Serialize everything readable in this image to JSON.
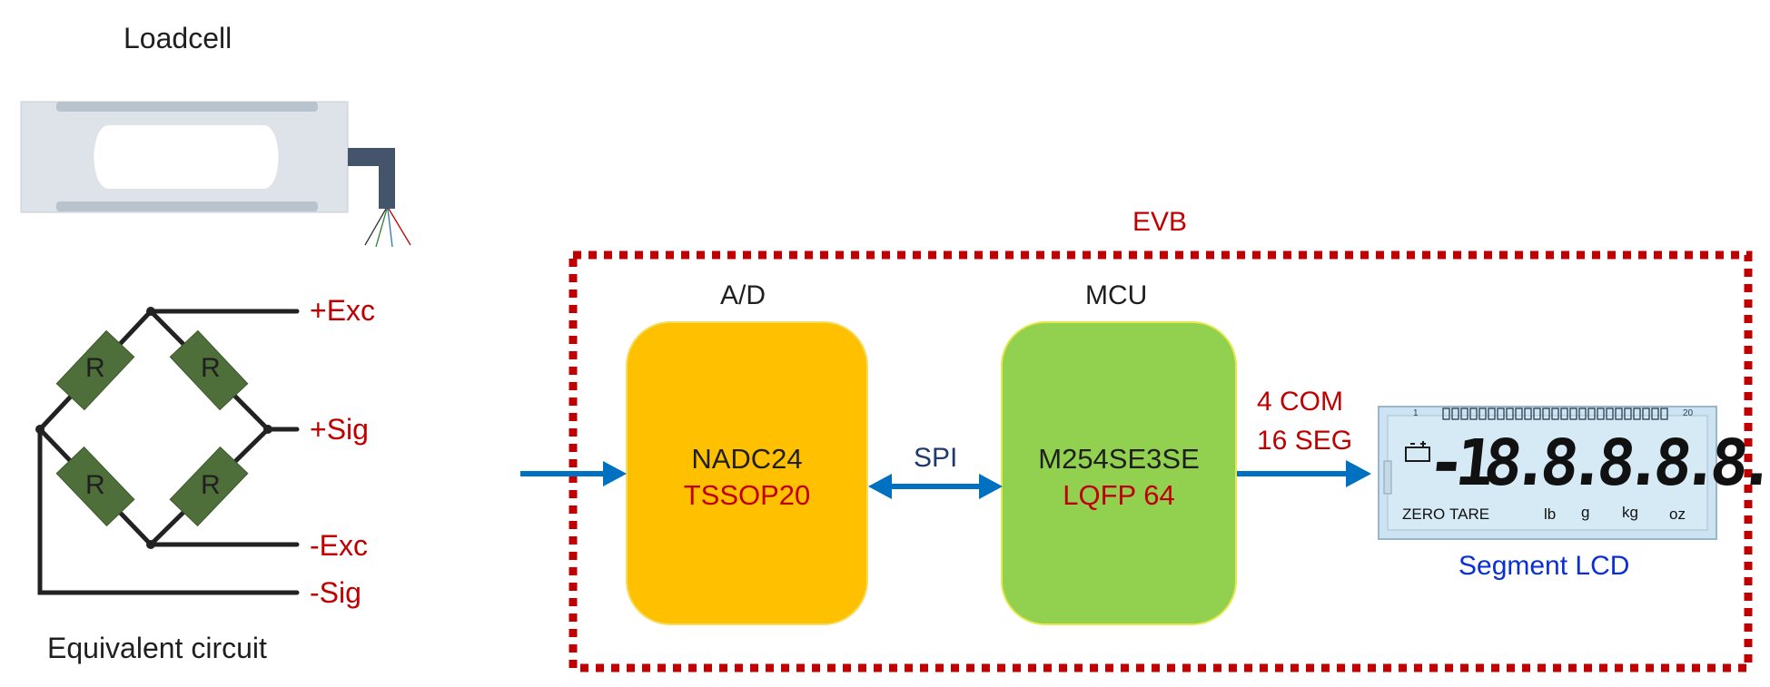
{
  "loadcell": {
    "title": "Loadcell"
  },
  "circuit": {
    "caption": "Equivalent circuit",
    "resistor_label": "R",
    "terminals": [
      "+Exc",
      "+Sig",
      "-Exc",
      "-Sig"
    ]
  },
  "evb": {
    "label": "EVB"
  },
  "adc": {
    "heading": "A/D",
    "part": "NADC24",
    "package": "TSSOP20"
  },
  "mcu": {
    "heading": "MCU",
    "part": "M254SE3SE",
    "package": "LQFP 64"
  },
  "link_spi": "SPI",
  "lcd_bus": {
    "line1": "4 COM",
    "line2": "16 SEG"
  },
  "lcd": {
    "caption": "Segment LCD",
    "digits": "-18.8.8.8.8.8.",
    "bar_start": "1",
    "bar_end": "20",
    "indicators": [
      "ZERO",
      "TARE",
      "lb",
      "g",
      "kg",
      "oz"
    ]
  },
  "colors": {
    "adc_block": "#ffc000",
    "mcu_block": "#92d050",
    "arrow": "#0070c0",
    "evb_border": "#c00000",
    "resistor": "#4e6e3a"
  }
}
